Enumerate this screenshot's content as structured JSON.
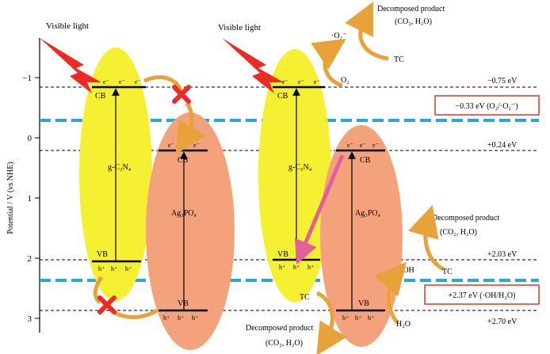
{
  "axis": {
    "ylabel": "Potential / V (vs NHE)",
    "ticks": [
      "−1",
      "0",
      "1",
      "2",
      "3"
    ]
  },
  "levels": {
    "l1": "−0.75 eV",
    "l2": "+0.24 eV",
    "l3": "+2.03 eV",
    "l4": "+2.70 eV"
  },
  "boxes": {
    "o2": "−0.33 eV (O₂/·O₂⁻)",
    "oh": "+2.37 eV (·OH/H₂O)"
  },
  "left": {
    "visible_light": "Visible light",
    "gcn": "g-C₃N₄",
    "agp": "Ag₃PO₄",
    "cb": "CB",
    "vb": "VB",
    "cb2": "CB",
    "vb2": "VB",
    "e": "e⁻",
    "h": "h⁺"
  },
  "right": {
    "visible_light": "Visible light",
    "gcn": "g-C₃N₄",
    "agp": "Ag₃PO₄",
    "cb": "CB",
    "vb": "VB",
    "cb2": "CB",
    "vb2": "VB",
    "o2minus": "·O₂⁻",
    "o2": "O₂",
    "tc": "TC",
    "oh": "·OH",
    "h2o": "H₂O",
    "decomposed": "Decomposed product",
    "products": "(CO₂, H₂O)"
  },
  "colors": {
    "yellow": "#f5f032",
    "salmon": "#f4a27c",
    "dashed_blue": "#29a7d9",
    "red_box": "#d9362b",
    "lightning": "#ee2a24",
    "arrow_orange": "#e8a23a",
    "pink_arrow": "#e0609c"
  }
}
